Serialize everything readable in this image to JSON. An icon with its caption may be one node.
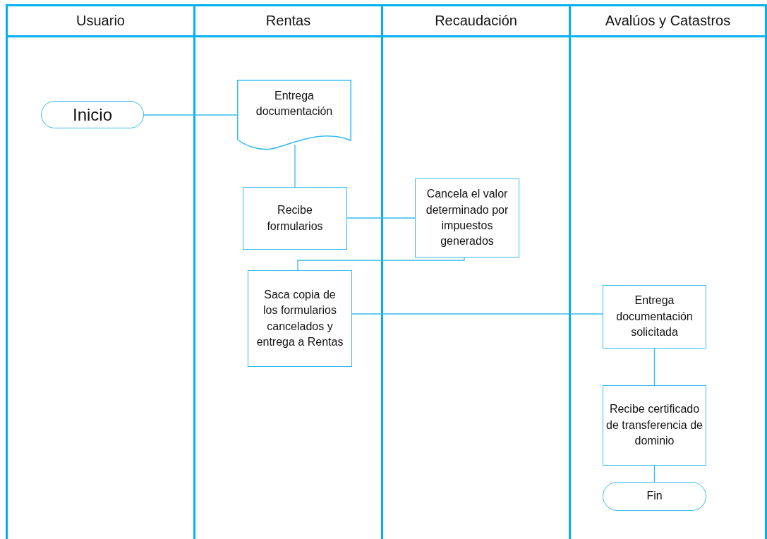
{
  "diagram": {
    "nodes": [
      {
        "text": [
          "Usuario"
        ]
      },
      {
        "text": [
          "Rentas"
        ]
      },
      {
        "text": [
          "Recaudación"
        ]
      },
      {
        "text": [
          "Avalúos y Catastros"
        ]
      },
      {
        "text": [
          "Inicio"
        ],
        "in": 0
      },
      {
        "text": [
          "Entrega documentación"
        ],
        "in": 1
      },
      {
        "text": [
          "Recibe formularios"
        ],
        "in": 1
      },
      {
        "text": [
          "Cancela el valor determinado por impuestos generados"
        ],
        "in": 2
      },
      {
        "text": [
          "Saca copia de los formularios cancelados y entrega a Rentas"
        ],
        "in": 1
      },
      {
        "text": [
          "Entrega documentación solicitada"
        ],
        "in": 3
      },
      {
        "text": [
          "Recibe certificado de transferencia de dominio"
        ],
        "in": 3
      },
      {
        "text": [
          "Fin"
        ],
        "in": 3
      }
    ],
    "edges": [
      {
        "from": 4,
        "to": 5,
        "arrow": "none"
      },
      {
        "from": 5,
        "to": 6,
        "arrow": "none"
      },
      {
        "from": 6,
        "to": 7,
        "arrow": "none"
      },
      {
        "from": 7,
        "to": 8,
        "arrow": "none"
      },
      {
        "from": 8,
        "to": 9,
        "arrow": "none"
      },
      {
        "from": 9,
        "to": 10,
        "arrow": "none"
      },
      {
        "from": 10,
        "to": 11,
        "arrow": "none"
      }
    ]
  }
}
